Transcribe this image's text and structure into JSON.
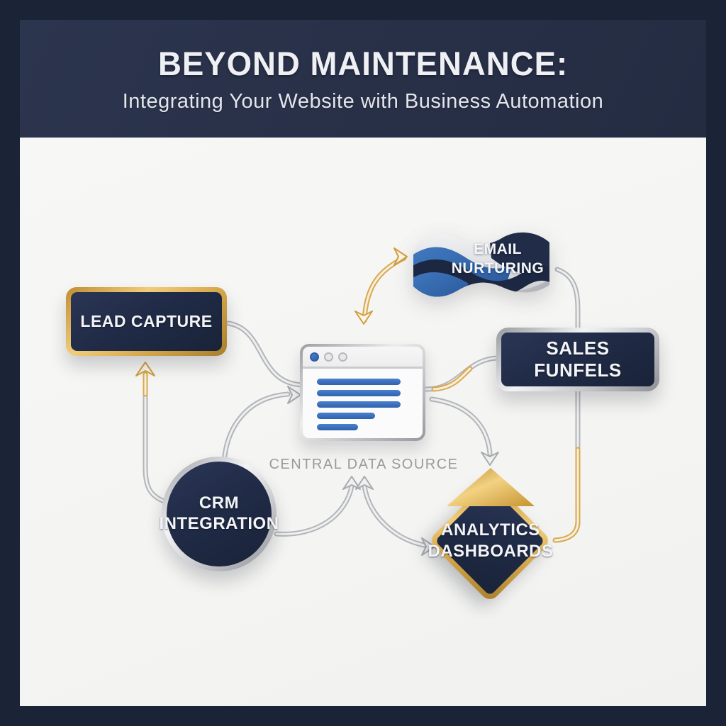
{
  "header": {
    "title": "BEYOND MAINTENANCE:",
    "subtitle": "Integrating Your Website with Business Automation"
  },
  "diagram": {
    "nodes": {
      "lead_capture": {
        "label": "LEAD CAPTURE",
        "shape": "rounded-rectangle",
        "border": "gold"
      },
      "email_nurturing": {
        "label": "EMAIL NURTURING",
        "shape": "wavy-flag"
      },
      "sales_funnels": {
        "label": "SALES FUNFELS",
        "shape": "rounded-rectangle",
        "border": "silver"
      },
      "central_data_source": {
        "label": "CENTRAL DATA SOURCE",
        "shape": "browser-window"
      },
      "crm_integration": {
        "label": "CRM INTEGRATION",
        "shape": "circle",
        "border": "silver"
      },
      "analytics_dashboards": {
        "label": "ANALYTICS DASHBOARDS",
        "shape": "diamond",
        "border": "gold"
      }
    },
    "connections": [
      {
        "from": "lead_capture",
        "to": "central_data_source",
        "style": "silver curve, no arrowhead"
      },
      {
        "from": "crm_integration",
        "to": "central_data_source",
        "style": "silver curve, right arrowhead"
      },
      {
        "from": "crm_integration",
        "to": "lead_capture",
        "style": "silver curve, gold up arrowhead"
      },
      {
        "from": "central_data_source",
        "to": "email_nurturing",
        "style": "gold double-headed curve"
      },
      {
        "from": "email_nurturing",
        "to": "analytics_dashboards",
        "style": "silver/gold line behind sales funnels"
      },
      {
        "from": "central_data_source",
        "to": "sales_funnels",
        "style": "silver curve with gold accent"
      },
      {
        "from": "central_data_source",
        "to": "analytics_dashboards",
        "style": "silver curve, down arrowhead"
      },
      {
        "from": "crm_integration",
        "to": "central_data_source",
        "style": "silver curve, up arrowhead (below label)"
      },
      {
        "from": "analytics_dashboards",
        "to": "central_data_source",
        "style": "silver double-headed curve (up + right)"
      }
    ],
    "colors": {
      "frame": "#1b2336",
      "header": "#293149",
      "canvas": "#f4f4f2",
      "node_navy": "#1f2a45",
      "gold": "#d9ab50",
      "silver": "#c7c9cd",
      "accent_blue": "#3a70bd",
      "label_gray": "#9a9a9b",
      "text_light": "#f3f4f7"
    }
  }
}
